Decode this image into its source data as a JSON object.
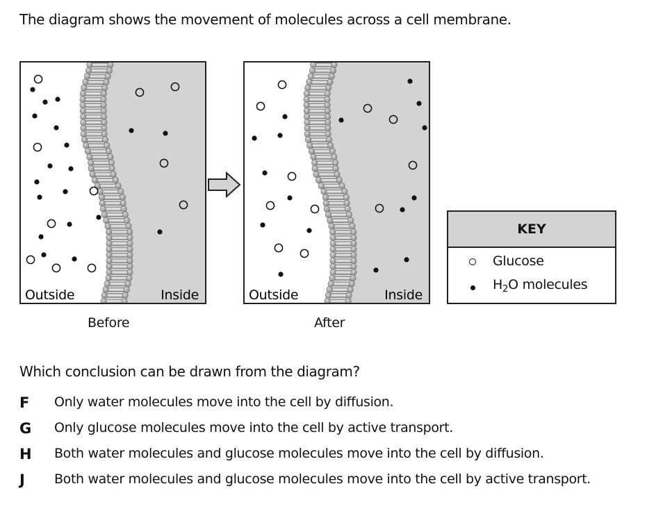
{
  "intro": "The diagram shows the movement of molecules across a cell membrane.",
  "panels": [
    {
      "caption": "Before",
      "outside_label": "Outside",
      "inside_label": "Inside",
      "counts": {
        "glucose_outside": 7,
        "h2o_outside": 16,
        "glucose_inside": 4,
        "h2o_inside": 3
      }
    },
    {
      "caption": "After",
      "outside_label": "Outside",
      "inside_label": "Inside",
      "counts": {
        "glucose_outside": 7,
        "h2o_outside": 8,
        "glucose_inside": 4,
        "h2o_inside": 8
      }
    }
  ],
  "arrow_icon": "right-arrow",
  "key": {
    "title": "KEY",
    "items": [
      {
        "symbol": "open-circle",
        "label": "Glucose"
      },
      {
        "symbol": "filled-dot",
        "label_main": "H",
        "label_sub": "2",
        "label_rest": "O molecules"
      }
    ]
  },
  "question": "Which conclusion can be drawn from the diagram?",
  "choices": [
    {
      "letter": "F",
      "text": "Only water molecules move into the cell by diffusion."
    },
    {
      "letter": "G",
      "text": "Only glucose molecules move into the cell by active transport."
    },
    {
      "letter": "H",
      "text": "Both water molecules and glucose molecules move into the cell by diffusion."
    },
    {
      "letter": "J",
      "text": "Both water molecules and glucose molecules move into the cell by active transport."
    }
  ],
  "colors": {
    "inside_fill": "#d3d3d3",
    "outside_fill": "#ffffff",
    "membrane": "#9a9a9a",
    "border": "#222222"
  }
}
